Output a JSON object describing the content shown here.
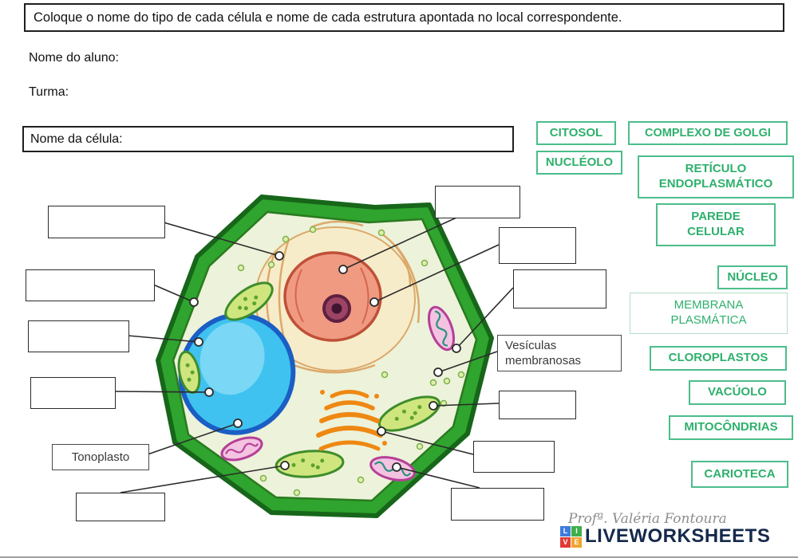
{
  "header": {
    "instruction": "Coloque o nome do tipo de cada célula e nome de cada estrutura apontada no local correspondente.",
    "student_label": "Nome do aluno:",
    "class_label": "Turma:",
    "cell_name_label": "Nome da célula:"
  },
  "wordbank": {
    "items": [
      {
        "label": "CITOSOL"
      },
      {
        "label": "COMPLEXO DE GOLGI"
      },
      {
        "label": "NUCLÉOLO"
      },
      {
        "label": "RETÍCULO ENDOPLASMÁTICO"
      },
      {
        "label": "PAREDE CELULAR"
      },
      {
        "label": "NÚCLEO"
      },
      {
        "label": "MEMBRANA PLASMÁTICA"
      },
      {
        "label": "CLOROPLASTOS"
      },
      {
        "label": "VACÚOLO"
      },
      {
        "label": "MITOCÔNDRIAS"
      },
      {
        "label": "CARIOTECA"
      }
    ]
  },
  "diagram": {
    "tonoplasto_label": "Tonoplasto",
    "vesiculas_label": "Vesículas membranosas"
  },
  "footer": {
    "signature": "Profª. Valéria Fontoura",
    "logo_text": "LIVEWORKSHEETS",
    "logo_letters": [
      "L",
      "I",
      "V",
      "E"
    ]
  },
  "colors": {
    "wordbank_green": "#2eb06d",
    "cell_wall_green": "#2fa42e",
    "vacuole_blue": "#3fc2ef",
    "logo_navy": "#15294b"
  }
}
